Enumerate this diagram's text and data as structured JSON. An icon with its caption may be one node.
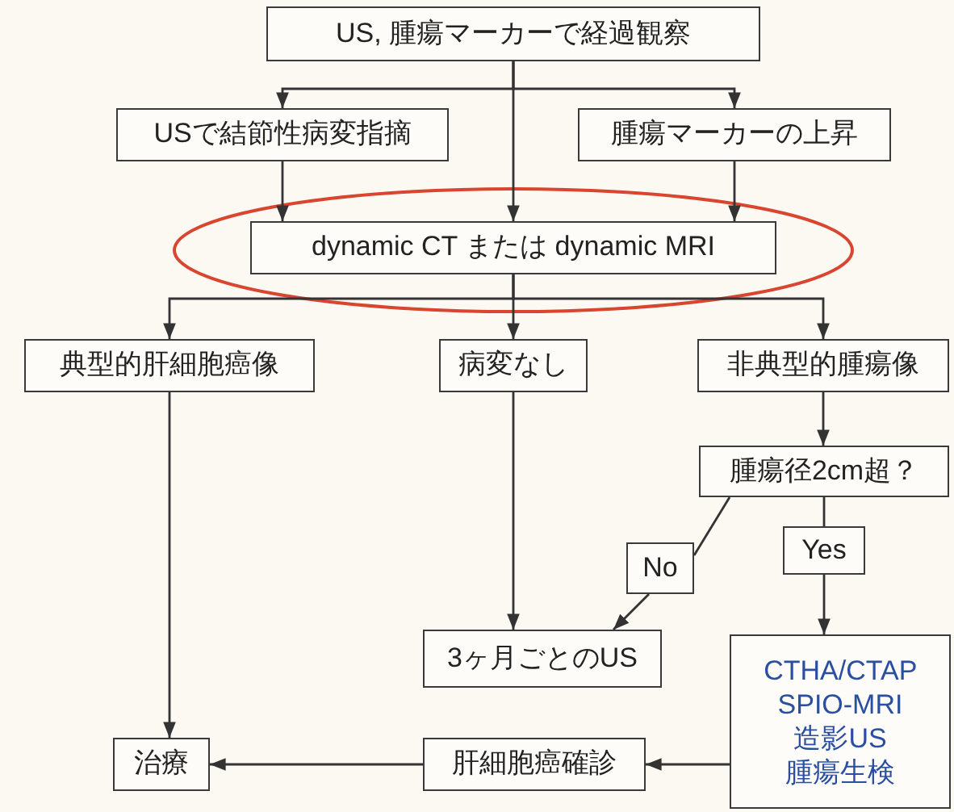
{
  "diagram": {
    "nodes": [
      {
        "text": [
          "US, 腫瘍マーカーで経過観察"
        ]
      },
      {
        "text": [
          "USで結節性病変指摘"
        ]
      },
      {
        "text": [
          "腫瘍マーカーの上昇"
        ]
      },
      {
        "text": [
          "dynamic CT または dynamic MRI"
        ]
      },
      {
        "text": [
          "典型的肝細胞癌像"
        ]
      },
      {
        "text": [
          "病変なし"
        ]
      },
      {
        "text": [
          "非典型的腫瘍像"
        ]
      },
      {
        "text": [
          "腫瘍径2cm超？"
        ]
      },
      {
        "text": [
          "No"
        ]
      },
      {
        "text": [
          "Yes"
        ]
      },
      {
        "text": [
          "3ヶ月ごとのUS"
        ]
      },
      {
        "text": [
          "CTHA/CTAP SPIO-MRI 造影US 腫瘍生検"
        ]
      },
      {
        "text": [
          "肝細胞癌確診"
        ]
      },
      {
        "text": [
          "治療"
        ]
      }
    ],
    "edges": [
      {
        "from": 0,
        "to": 1,
        "arrow": "to"
      },
      {
        "from": 0,
        "to": 2,
        "arrow": "to"
      },
      {
        "from": 0,
        "to": 3,
        "arrow": "to"
      },
      {
        "from": 1,
        "to": 3,
        "arrow": "to"
      },
      {
        "from": 2,
        "to": 3,
        "arrow": "to"
      },
      {
        "from": 3,
        "to": 4,
        "arrow": "to"
      },
      {
        "from": 3,
        "to": 5,
        "arrow": "to"
      },
      {
        "from": 3,
        "to": 6,
        "arrow": "to"
      },
      {
        "from": 6,
        "to": 7,
        "arrow": "to"
      },
      {
        "from": 7,
        "to": 8,
        "arrow": "none"
      },
      {
        "from": 8,
        "to": 10,
        "arrow": "to"
      },
      {
        "from": 7,
        "to": 9,
        "arrow": "none"
      },
      {
        "from": 9,
        "to": 11,
        "arrow": "to"
      },
      {
        "from": 5,
        "to": 10,
        "arrow": "to"
      },
      {
        "from": 4,
        "to": 13,
        "arrow": "to"
      },
      {
        "from": 11,
        "to": 12,
        "arrow": "to"
      },
      {
        "from": 12,
        "to": 13,
        "arrow": "to"
      }
    ]
  }
}
